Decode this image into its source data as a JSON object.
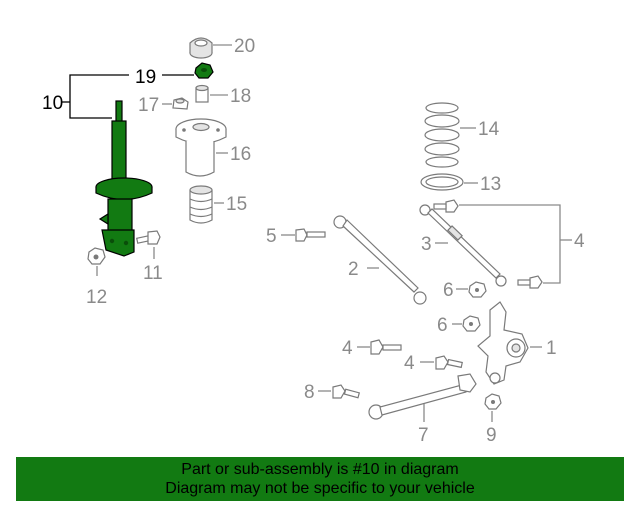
{
  "callouts": {
    "c1": "1",
    "c2": "2",
    "c3": "3",
    "c4a": "4",
    "c4b": "4",
    "c4c": "4",
    "c5": "5",
    "c6a": "6",
    "c6b": "6",
    "c7": "7",
    "c8": "8",
    "c9": "9",
    "c10": "10",
    "c11": "11",
    "c12": "12",
    "c13": "13",
    "c14": "14",
    "c15": "15",
    "c16": "16",
    "c17": "17",
    "c18": "18",
    "c19": "19",
    "c20": "20"
  },
  "highlight_color": "#127a12",
  "banner": {
    "line1": "Part or sub-assembly is #10 in diagram",
    "line2": "Diagram may not be specific to your vehicle"
  }
}
